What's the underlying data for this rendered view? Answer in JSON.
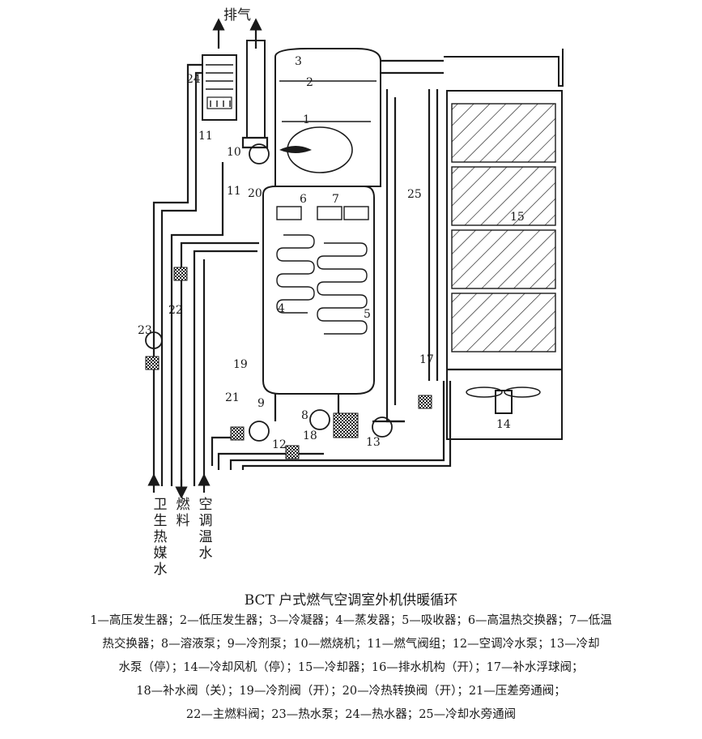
{
  "diagram": {
    "exhaust_label": "排气",
    "component_numbers": [
      "1",
      "2",
      "3",
      "4",
      "5",
      "6",
      "7",
      "8",
      "9",
      "10",
      "11",
      "11",
      "12",
      "13",
      "14",
      "15",
      "17",
      "18",
      "19",
      "20",
      "21",
      "22",
      "23",
      "24",
      "25"
    ],
    "inlet_labels": [
      "卫生热媒水",
      "燃料",
      "空调温水"
    ]
  },
  "caption": {
    "title": "BCT 户式燃气空调室外机供暖循环",
    "legend_lines": [
      "1—高压发生器；2—低压发生器；3—冷凝器；4—蒸发器；5—吸收器；6—高温热交换器；7—低温",
      "热交换器；8—溶液泵；9—冷剂泵；10—燃烧机；11—燃气阀组；12—空调冷水泵；13—冷却",
      "水泵（停）；14—冷却风机（停）；15—冷却器；16—排水机构（开）；17—补水浮球阀；",
      "18—补水阀（关）；19—冷剂阀（开）；20—冷热转换阀（开）；21—压差旁通阀；",
      "22—主燃料阀；23—热水泵；24—热水器；25—冷却水旁通阀"
    ]
  }
}
